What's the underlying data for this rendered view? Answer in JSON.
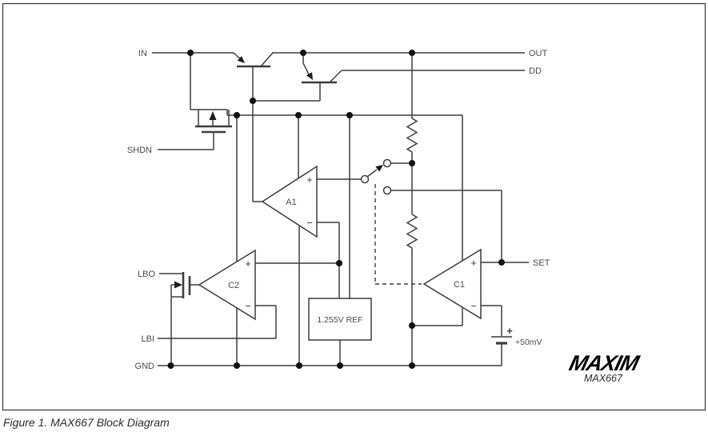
{
  "figure": {
    "caption": "Figure 1. MAX667 Block Diagram"
  },
  "brand": {
    "logo": "MAXIM",
    "part": "MAX667"
  },
  "pins": {
    "in": "IN",
    "out": "OUT",
    "dd": "DD",
    "shdn": "SHDN",
    "set": "SET",
    "lbo": "LBO",
    "lbi": "LBI",
    "gnd": "GND"
  },
  "components": {
    "amp": "A1",
    "comp_lowbatt": "C2",
    "comp_dropout": "C1",
    "reference": "1.255V REF",
    "battery_offset": "+50mV",
    "plus": "+",
    "minus": "−"
  },
  "colors": {
    "wire": "#3d3d3d",
    "label": "#4a4a4a",
    "logo": "#000000",
    "background": "#ffffff"
  }
}
